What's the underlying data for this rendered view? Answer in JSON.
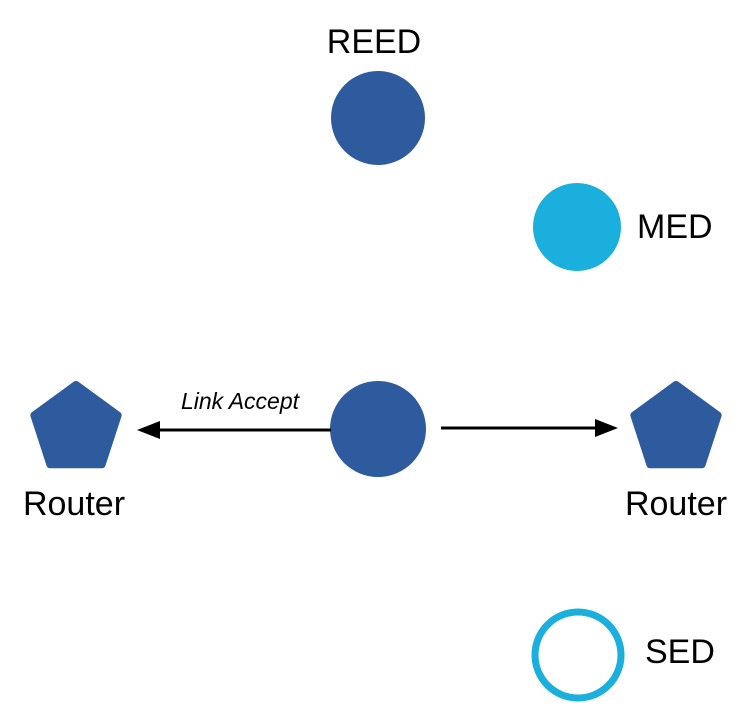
{
  "diagram": {
    "type": "network-topology",
    "labels": {
      "reed": "REED",
      "med": "MED",
      "sed": "SED",
      "router_left": "Router",
      "router_right": "Router"
    },
    "edges": {
      "left_arrow_label": "Link Accept",
      "right_arrow_label": ""
    },
    "nodes": [
      {
        "id": "reed",
        "label": "REED",
        "shape": "circle",
        "style": "filled-blue"
      },
      {
        "id": "med",
        "label": "MED",
        "shape": "circle",
        "style": "filled-cyan"
      },
      {
        "id": "central-router",
        "label": "",
        "shape": "circle",
        "style": "filled-blue"
      },
      {
        "id": "router-left",
        "label": "Router",
        "shape": "pentagon",
        "style": "filled-blue"
      },
      {
        "id": "router-right",
        "label": "Router",
        "shape": "pentagon",
        "style": "filled-cyan"
      },
      {
        "id": "sed",
        "label": "SED",
        "shape": "circle-outline",
        "style": "cyan-ring"
      }
    ]
  },
  "colors": {
    "node_blue": "#2E5A9E",
    "node_cyan": "#1AAFDC",
    "arrow_black": "#000000"
  }
}
